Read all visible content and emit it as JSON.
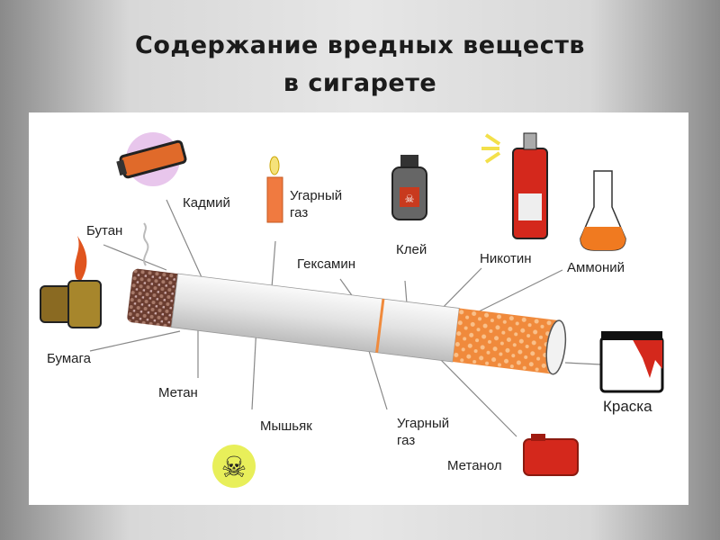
{
  "slide": {
    "title_line1": "Содержание вредных веществ",
    "title_line2": "в сигарете"
  },
  "labels": {
    "cadmium": "Кадмий",
    "carbon_monoxide_top_1": "Угарный",
    "carbon_monoxide_top_2": "газ",
    "butane": "Бутан",
    "hexamine": "Гексамин",
    "glue": "Клей",
    "nicotine": "Никотин",
    "ammonium": "Аммоний",
    "paper": "Бумага",
    "methane": "Метан",
    "arsenic": "Мышьяк",
    "carbon_monoxide_bottom_1": "Угарный",
    "carbon_monoxide_bottom_2": "газ",
    "methanol": "Метанол",
    "paint": "Краска"
  },
  "colors": {
    "filter": "#f08a3c",
    "paper": "#eeeeee",
    "tobacco": "#7a4a3a",
    "accent_red": "#e0321e"
  }
}
